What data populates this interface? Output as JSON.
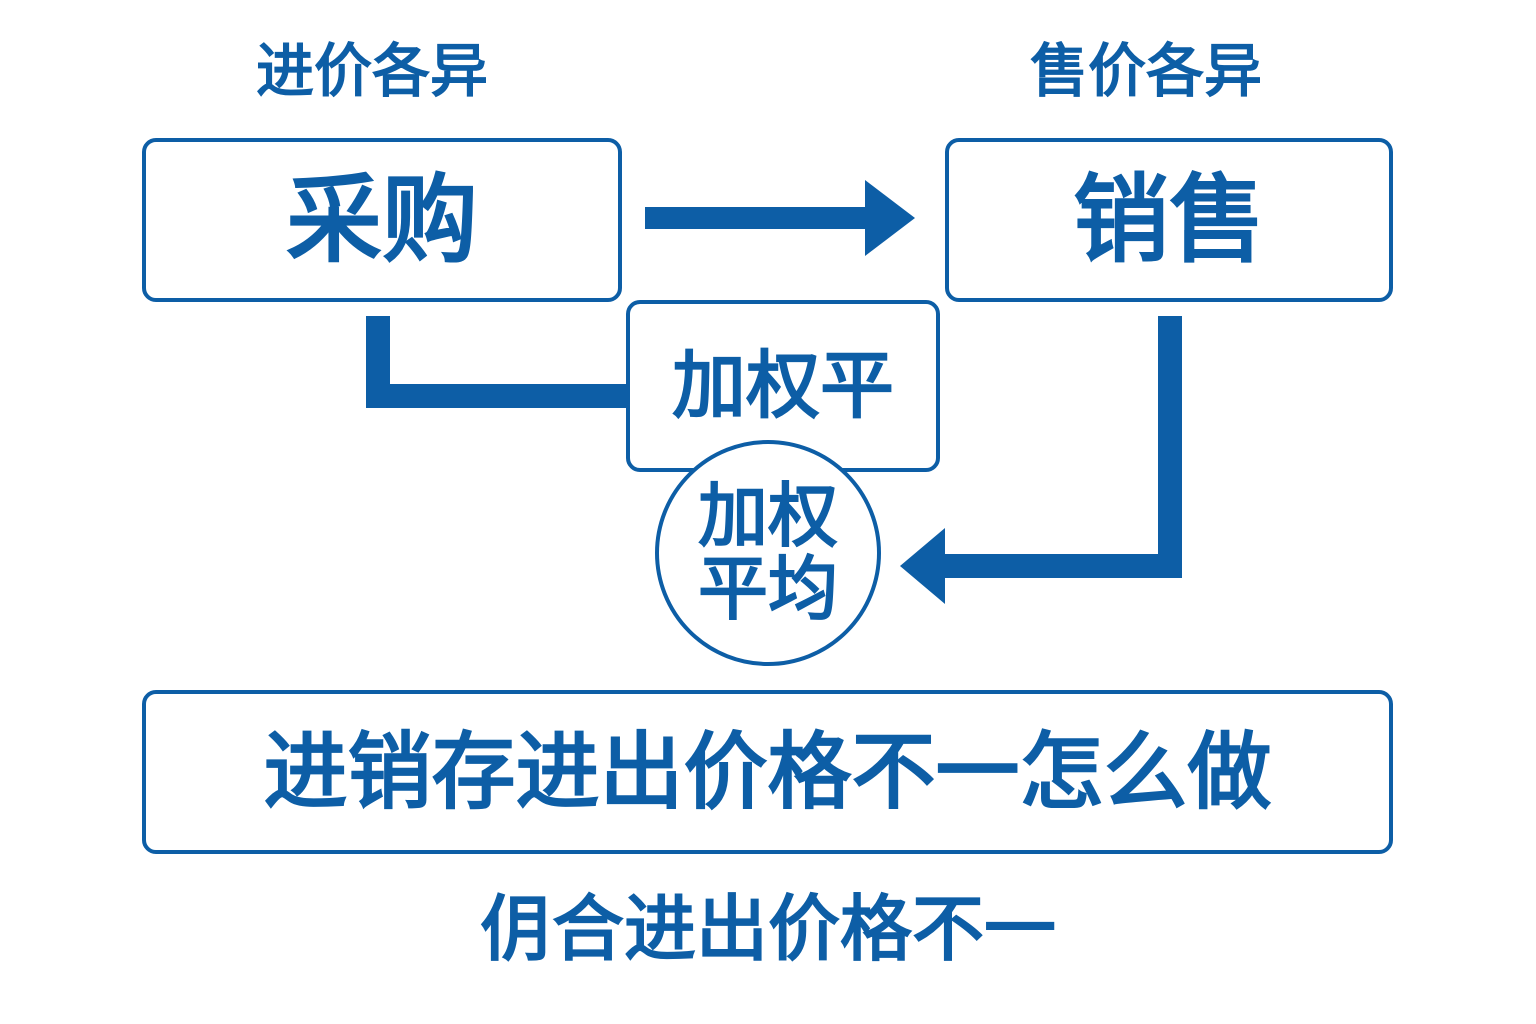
{
  "top_labels": {
    "left": "进价各异",
    "right": "售价各异"
  },
  "boxes": {
    "purchase": "采购",
    "sales": "销售",
    "weighted_partial": "加权平"
  },
  "circle": {
    "line1": "加权",
    "line2": "平均"
  },
  "bottom_box": "进销存进出价格不一怎么做",
  "footer": "仴合进出价格不一",
  "colors": {
    "primary": "#0d5ea6",
    "background": "#ffffff"
  }
}
